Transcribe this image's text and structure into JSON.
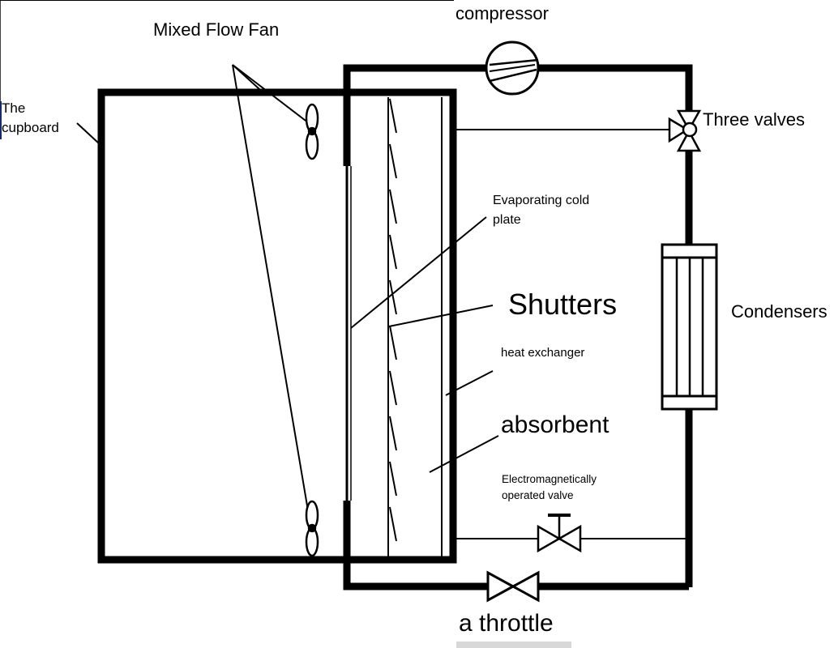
{
  "diagram": {
    "labels": {
      "compressor": "compressor",
      "mixed_flow_fan": "Mixed Flow Fan",
      "the": "The",
      "cupboard": "cupboard",
      "three_valves": "Three valves",
      "evaporating_line1": "Evaporating cold",
      "evaporating_line2": "plate",
      "shutters": "Shutters",
      "condensers": "Condensers",
      "heat_exchanger": "heat exchanger",
      "absorbent": "absorbent",
      "electro_line1": "Electromagnetically",
      "electro_line2": "operated valve",
      "throttle": "a throttle"
    },
    "colors": {
      "line": "#000000",
      "background": "#ffffff",
      "cupboard_marker": "#1a2a66"
    }
  }
}
